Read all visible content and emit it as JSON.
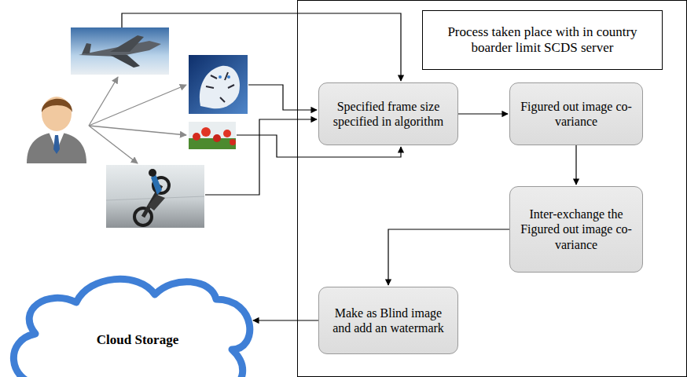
{
  "diagram": {
    "nodes": [
      {
        "text": [
          "Process taken place with in country boarder limit SCDS server"
        ]
      },
      {
        "text": [
          "Specified frame size specified in algorithm"
        ],
        "in": 0
      },
      {
        "text": [
          "Figured out image co-variance"
        ],
        "in": 0
      },
      {
        "text": [
          "Inter-exchange the Figured out image co-variance"
        ],
        "in": 0
      },
      {
        "text": [
          "Make as Blind image and add an watermark"
        ],
        "in": 0
      },
      {
        "text": [
          "Cloud Storage"
        ]
      }
    ],
    "edges": [
      {
        "from": 1,
        "to": 2,
        "arrow": "to"
      },
      {
        "from": 2,
        "to": 3,
        "arrow": "to"
      },
      {
        "from": 3,
        "to": 4,
        "arrow": "to"
      },
      {
        "from": 4,
        "to": 5,
        "arrow": "to"
      }
    ]
  }
}
